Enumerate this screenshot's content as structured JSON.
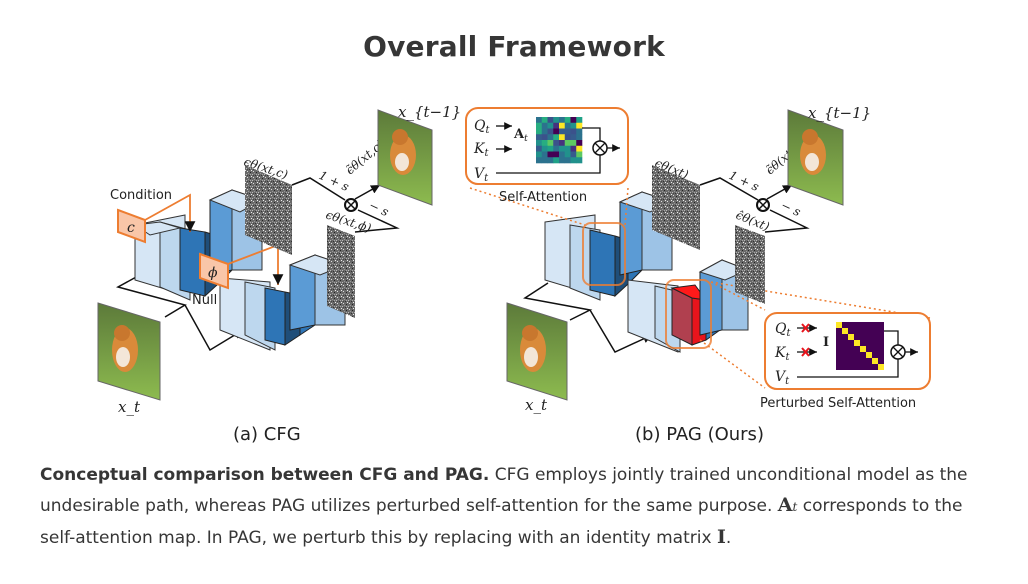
{
  "page_title": "Overall Framework",
  "figure": {
    "cfg": {
      "subcaption": "(a) CFG",
      "condition_label": "Condition",
      "condition_token": "c",
      "null_label": "Null",
      "null_token": "ϕ",
      "input_label": "x_t",
      "output_label": "x_{t−1}",
      "cond_noise_label": "ϵθ(xt,c)",
      "uncond_noise_label": "ϵθ(xt,ϕ)",
      "guided_noise_label": "ϵ̃θ(xt,c)",
      "weight_pos": "1 + s",
      "weight_neg": "− s"
    },
    "pag": {
      "subcaption": "(b) PAG (Ours)",
      "input_label": "x_t",
      "output_label": "x_{t−1}",
      "noise_label": "ϵθ(xt)",
      "perturbed_noise_label": "ϵ̂θ(xt)",
      "guided_noise_label": "ϵ̃θ(xt)",
      "weight_pos": "1 + s",
      "weight_neg": "− s",
      "self_attention": {
        "title": "Self-Attention",
        "q": "Q",
        "k": "K",
        "v": "V",
        "sub": "t",
        "map_label": "A",
        "map_sub": "t"
      },
      "perturbed_attention": {
        "title": "Perturbed Self-Attention",
        "q": "Q",
        "k": "K",
        "v": "V",
        "sub": "t",
        "map_label": "I"
      }
    },
    "colors": {
      "orange": "#ed7d31",
      "orange_fill": "#f9c6a8",
      "block_light": "#bdd7ee",
      "block_mid": "#5b9bd5",
      "block_dark": "#2e75b6",
      "perturbed_red": "#e8141c",
      "viridis_dark": "#440154",
      "viridis_yellow": "#fde725"
    }
  },
  "caption": {
    "bold_lead": "Conceptual comparison between CFG and PAG.",
    "text_1": " CFG employs jointly trained unconditional model as the undesirable path, whereas PAG utilizes perturbed self-attention for the same purpose. ",
    "math_A": "A",
    "math_A_sub": "t",
    "text_2": " corresponds to the self-attention map. In PAG, we perturb this by replacing with an identity matrix ",
    "math_I": "I",
    "text_3": "."
  }
}
